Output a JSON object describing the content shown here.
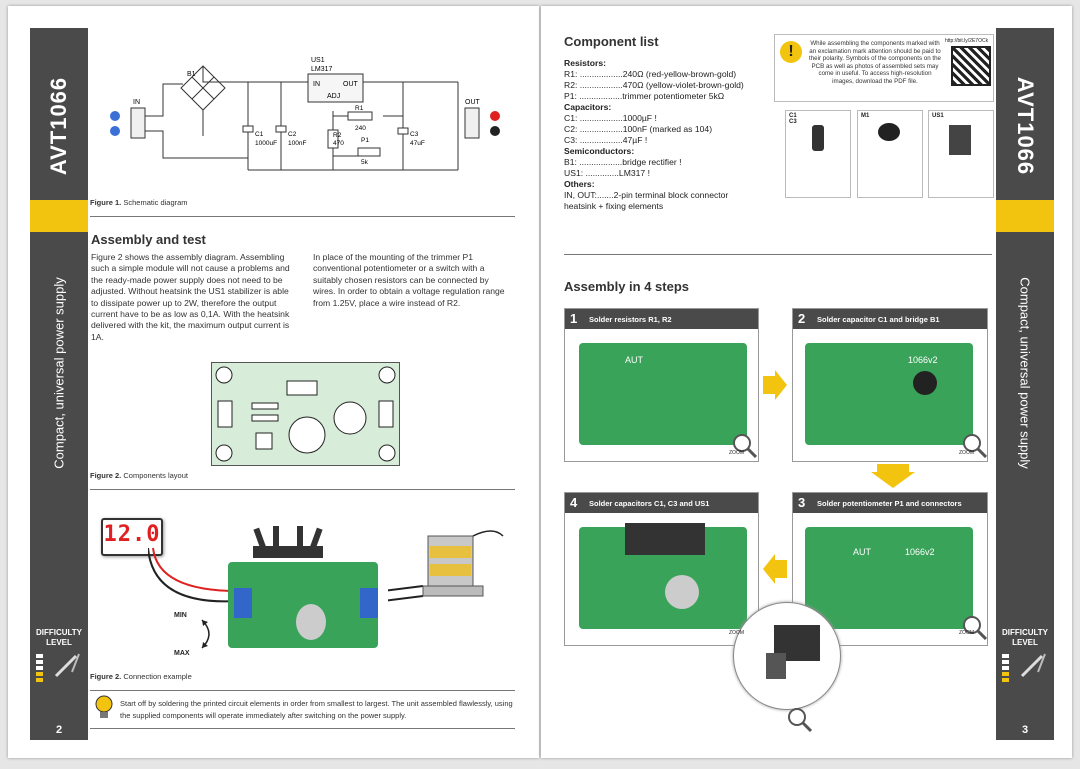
{
  "left_page": {
    "sidebar": {
      "code": "AVT1066",
      "subtitle": "Compact, universal power supply",
      "difficulty": "DIFFICULTY",
      "level": "LEVEL",
      "page_number": "2"
    },
    "schematic": {
      "in_label": "IN",
      "out_label": "OUT",
      "b1": "B1",
      "us1": "US1",
      "lm317": "LM317",
      "pin_in": "IN",
      "pin_out": "OUT",
      "pin_adj": "ADJ",
      "c1": "C1",
      "c1_val": "1000uF",
      "c2": "C2",
      "c2_val": "100nF",
      "r1": "R1",
      "r1_val": "240",
      "r2": "R2",
      "r2_val": "470",
      "p1": "P1",
      "p1_val": "5k",
      "c3": "C3",
      "c3_val": "47uF"
    },
    "figure1_num": "Figure 1.",
    "figure1_text": "Schematic diagram",
    "assembly_heading": "Assembly and test",
    "assembly_col1": "Figure 2 shows the assembly diagram. Assembling such a simple module will not cause a problems and the ready-made power supply does not need to be adjusted. Without heatsink the US1 stabilizer is able to dissipate power up to 2W, therefore the output current have to be as low as 0,1A. With the heatsink delivered with the kit, the maximum output current is 1A.",
    "assembly_col2": "In place of the mounting of the trimmer P1 conventional potentiometer or a switch with a suitably chosen resistors can be connected by wires. In order to obtain a voltage regulation range from 1.25V, place a wire instead of R2.",
    "figure2_num": "Figure 2.",
    "figure2_text": "Components layout",
    "display_value": "12.0",
    "min_label": "MIN",
    "max_label": "MAX",
    "figure3_num": "Figure 2.",
    "figure3_text": "Connection example",
    "tip_text": "Start off by soldering the printed circuit elements in order from smallest to largest. The unit assembled flawlessly, using the supplied components will operate immediately after switching on the power supply."
  },
  "right_page": {
    "sidebar": {
      "code": "AVT1066",
      "subtitle": "Compact, universal power supply",
      "difficulty": "DIFFICULTY",
      "level": "LEVEL",
      "page_number": "3"
    },
    "component_list": {
      "heading": "Component list",
      "groups": [
        {
          "title": "Resistors:",
          "items": [
            "R1: ..................240Ω  (red-yellow-brown-gold)",
            "R2: ..................470Ω  (yellow-violet-brown-gold)",
            "P1: ..................trimmer potentiometer 5kΩ"
          ]
        },
        {
          "title": "Capacitors:",
          "items": [
            "C1: ..................1000µF !",
            "C2: ..................100nF (marked as 104)",
            "C3: ..................47µF !"
          ]
        },
        {
          "title": "Semiconductors:",
          "items": [
            "B1: ..................bridge rectifier !",
            "US1: ..............LM317 !"
          ]
        },
        {
          "title": "Others:",
          "items": [
            "IN, OUT:.......2-pin terminal block connector",
            "heatsink + fixing elements"
          ]
        }
      ]
    },
    "warning_text": "While assembling the components marked with an exclamation mark attention should be paid to their polarity. Symbols of the components on the PCB as well as photos of assembled sets may come in useful. To access high-resolution images, download the PDF file.",
    "qr_url": "http://bit.ly/2E7OCk",
    "photo_labels": {
      "c1c3_a": "C1",
      "c1c3_b": "C3",
      "m1": "M1",
      "us1": "US1"
    },
    "steps_heading": "Assembly in 4 steps",
    "steps": [
      {
        "num": "1",
        "title": "Solder resistors R1,  R2"
      },
      {
        "num": "2",
        "title": "Solder capacitor C1 and bridge B1"
      },
      {
        "num": "4",
        "title": "Solder capacitors C1, C3 and US1"
      },
      {
        "num": "3",
        "title": "Solder potentiometer P1 and connectors"
      }
    ],
    "pcb_label": "AUT",
    "pcb_code": "1066v2",
    "zoom_label": "ZOOM"
  },
  "colors": {
    "sidebar": "#4a4a4a",
    "accent_yellow": "#f2c40f",
    "pcb_green": "#3aa35a",
    "display_red": "#e02020"
  }
}
